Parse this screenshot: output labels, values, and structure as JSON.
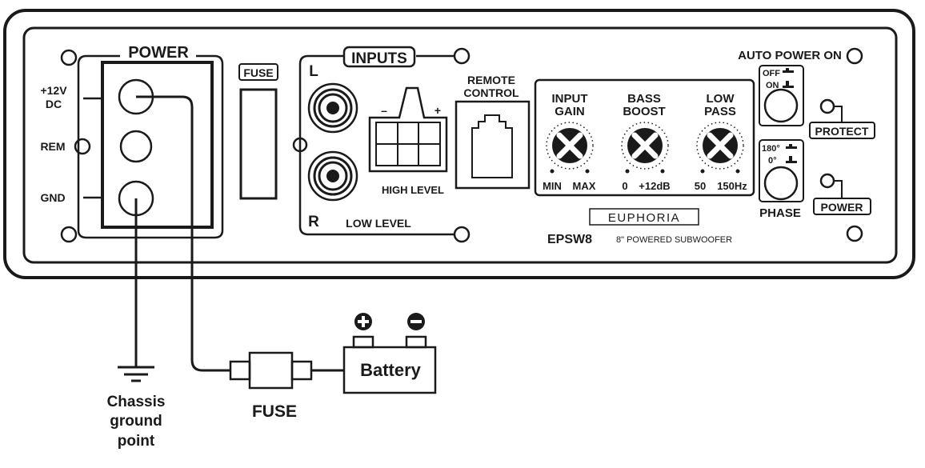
{
  "panel": {
    "power_title": "POWER",
    "terminal_12v_line1": "+12V",
    "terminal_12v_line2": "DC",
    "terminal_rem": "REM",
    "terminal_gnd": "GND",
    "fuse_label": "FUSE",
    "inputs_title": "INPUTS",
    "left_channel": "L",
    "right_channel": "R",
    "low_level": "LOW LEVEL",
    "high_level": "HIGH LEVEL",
    "high_level_minus": "–",
    "high_level_plus": "+",
    "remote_line1": "REMOTE",
    "remote_line2": "CONTROL",
    "input_gain_line1": "INPUT",
    "input_gain_line2": "GAIN",
    "input_gain_min": "MIN",
    "input_gain_max": "MAX",
    "bass_boost_line1": "BASS",
    "bass_boost_line2": "BOOST",
    "bass_boost_min": "0",
    "bass_boost_max": "+12dB",
    "low_pass_line1": "LOW",
    "low_pass_line2": "PASS",
    "low_pass_min": "50",
    "low_pass_max": "150Hz",
    "brand": "EUPHORIA",
    "model": "EPSW8",
    "model_desc": "8\" POWERED SUBWOOFER",
    "auto_power_on": "AUTO POWER ON",
    "auto_off": "OFF",
    "auto_on": "ON",
    "phase_180": "180°",
    "phase_0": "0°",
    "phase": "PHASE",
    "protect": "PROTECT",
    "power_led": "POWER"
  },
  "wiring": {
    "battery": "Battery",
    "fuse": "FUSE",
    "ground_line1": "Chassis",
    "ground_line2": "ground",
    "ground_line3": "point"
  },
  "colors": {
    "ink": "#1a1a1a",
    "background": "#ffffff"
  }
}
